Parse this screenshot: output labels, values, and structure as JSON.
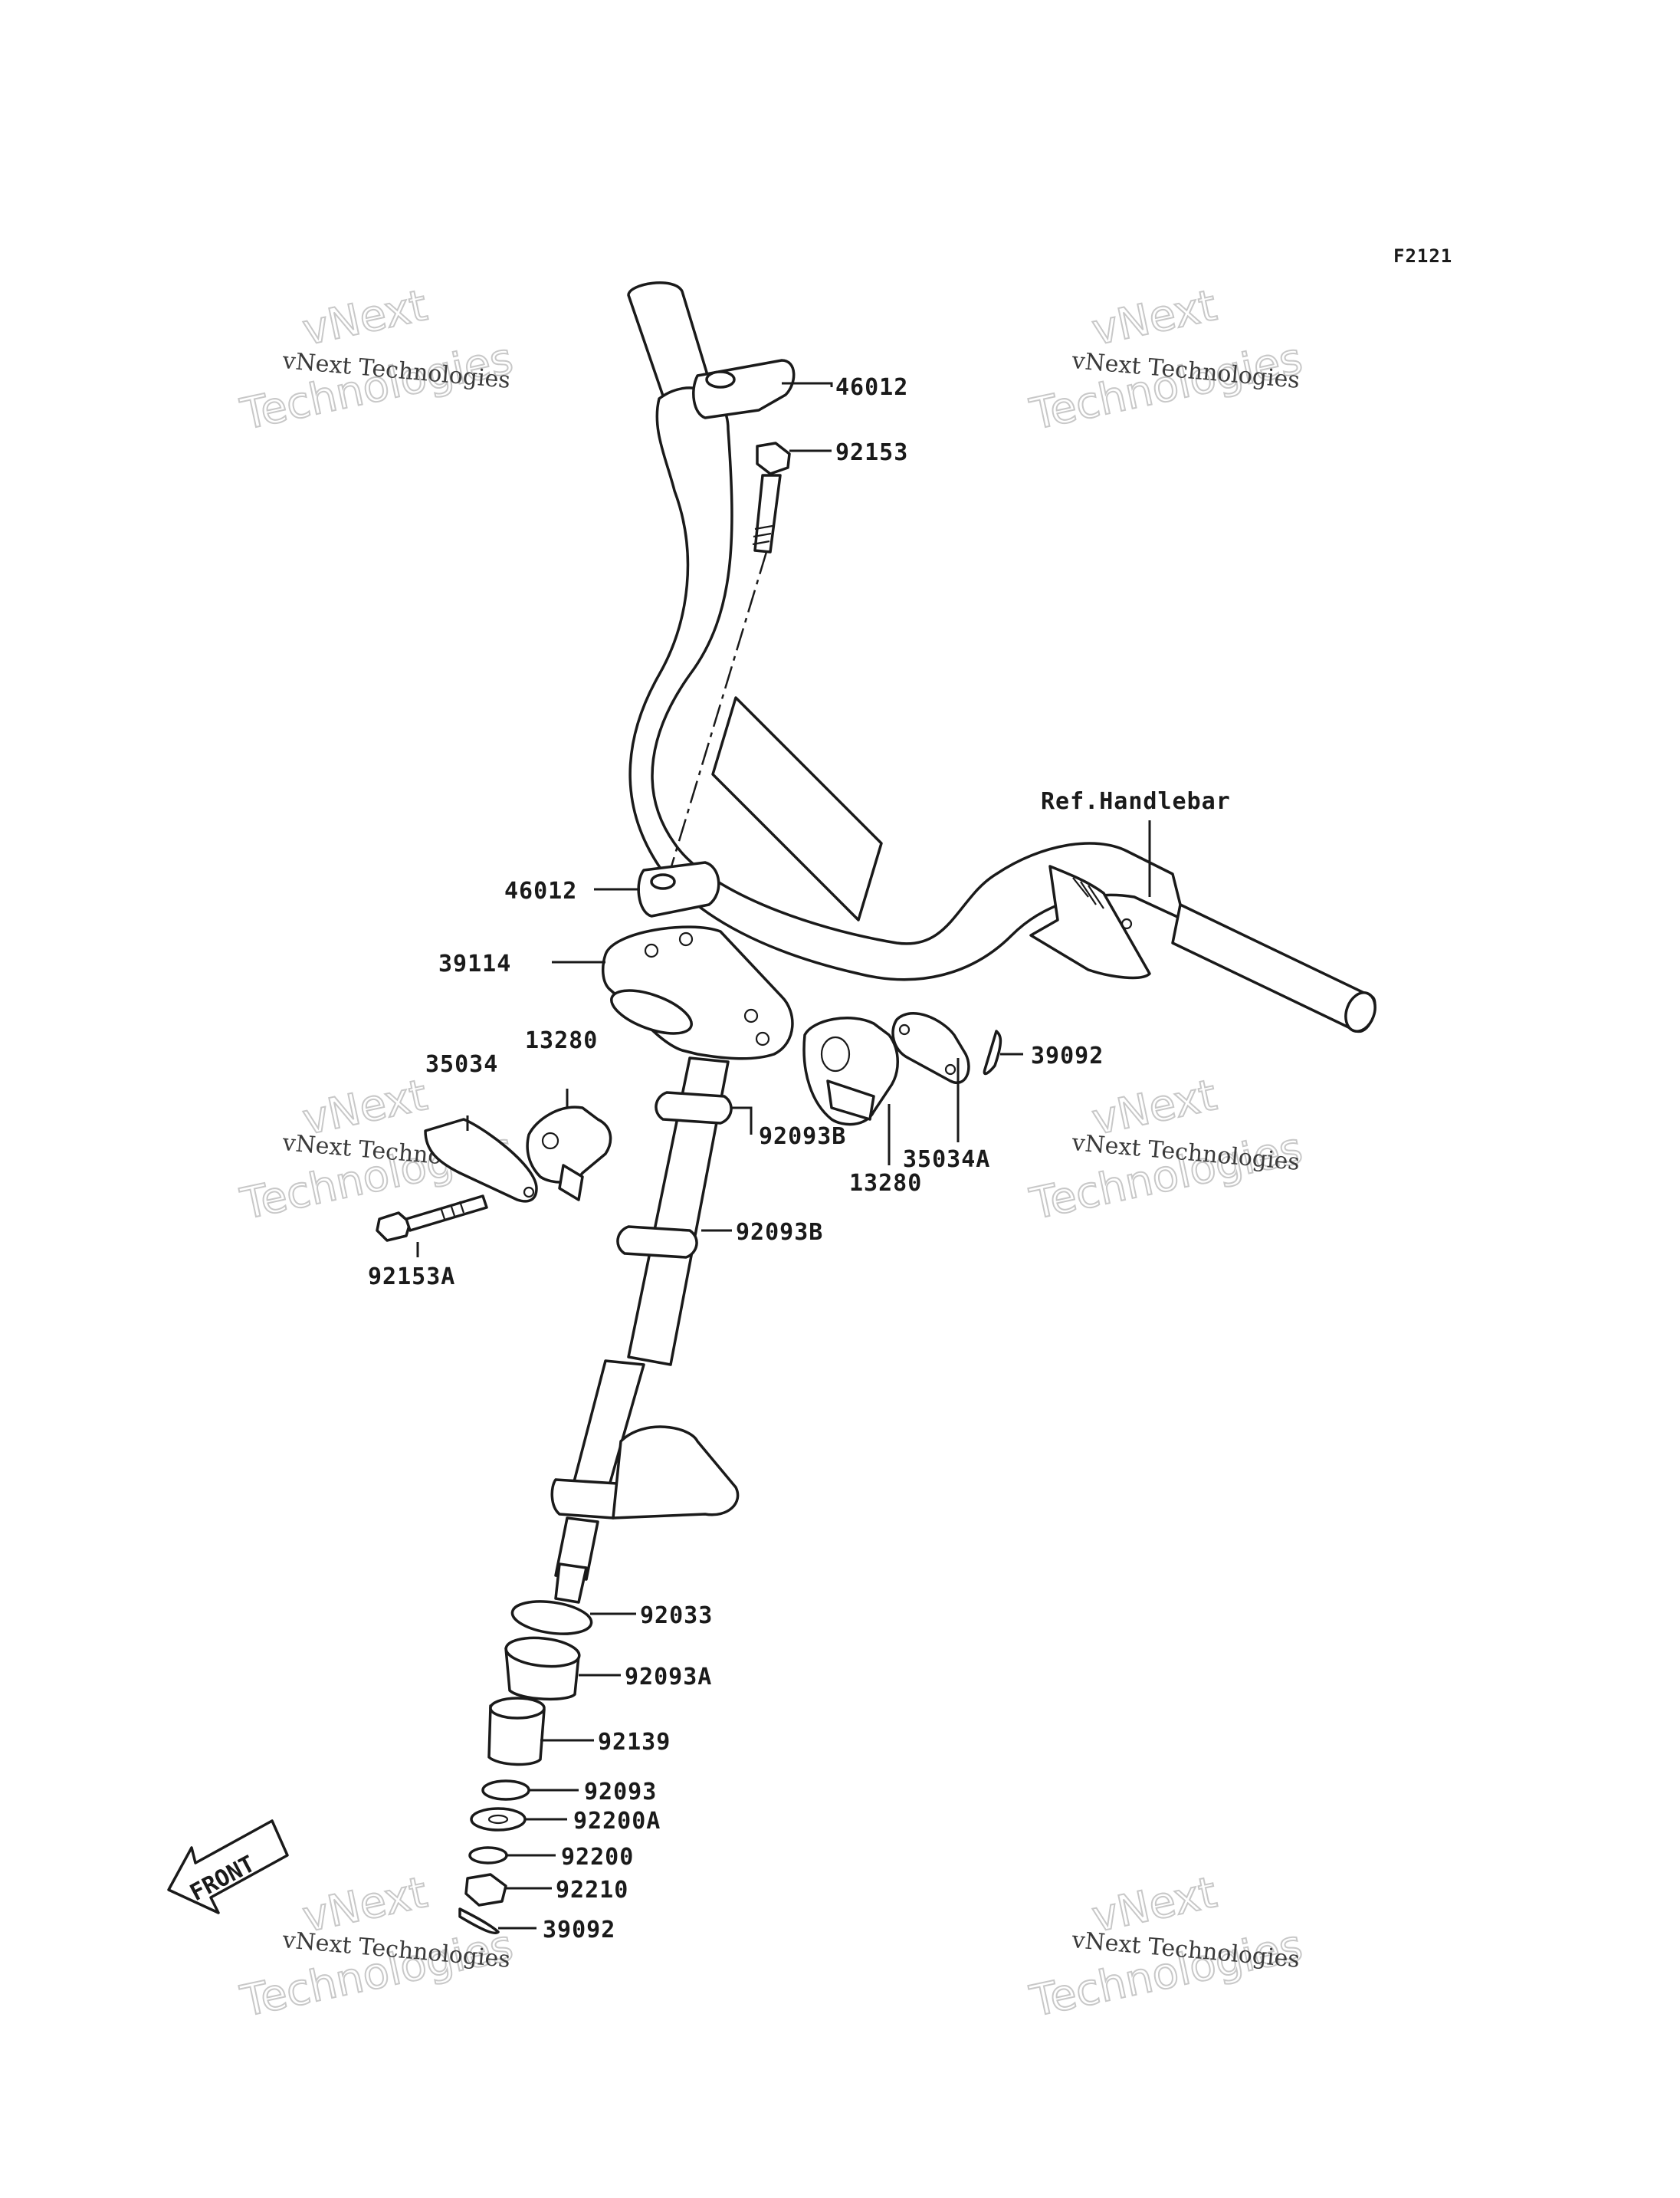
{
  "figure_code": "F2121",
  "watermark": {
    "company": "vNext Technologies",
    "line1": "vNext",
    "line2": "Technologies"
  },
  "direction_label": "FRONT",
  "parts": [
    {
      "id": "92153",
      "label": "92153"
    },
    {
      "id": "46012-upper",
      "label": "46012"
    },
    {
      "id": "ref-handlebar",
      "label": "Ref.Handlebar"
    },
    {
      "id": "46012-lower",
      "label": "46012"
    },
    {
      "id": "39114",
      "label": "39114"
    },
    {
      "id": "13280-left",
      "label": "13280"
    },
    {
      "id": "35034",
      "label": "35034"
    },
    {
      "id": "39092-upper",
      "label": "39092"
    },
    {
      "id": "92093B-upper",
      "label": "92093B"
    },
    {
      "id": "35034A",
      "label": "35034A"
    },
    {
      "id": "13280-right",
      "label": "13280"
    },
    {
      "id": "92093B-lower",
      "label": "92093B"
    },
    {
      "id": "92153A",
      "label": "92153A"
    },
    {
      "id": "92033",
      "label": "92033"
    },
    {
      "id": "92093A",
      "label": "92093A"
    },
    {
      "id": "92139",
      "label": "92139"
    },
    {
      "id": "92093",
      "label": "92093"
    },
    {
      "id": "92200A",
      "label": "92200A"
    },
    {
      "id": "92200",
      "label": "92200"
    },
    {
      "id": "92210",
      "label": "92210"
    },
    {
      "id": "39092-lower",
      "label": "39092"
    }
  ]
}
